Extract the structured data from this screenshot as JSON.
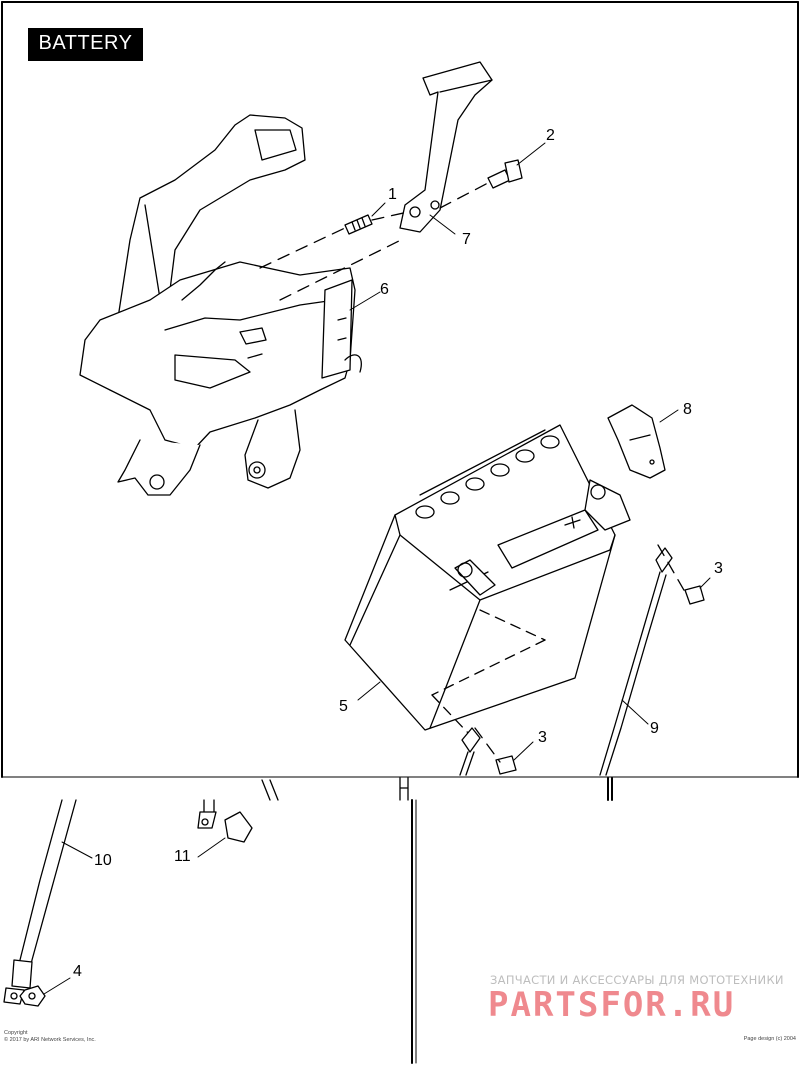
{
  "title": "BATTERY",
  "callouts": [
    {
      "id": "c1",
      "label": "1"
    },
    {
      "id": "c2",
      "label": "2"
    },
    {
      "id": "c3a",
      "label": "3"
    },
    {
      "id": "c3b",
      "label": "3"
    },
    {
      "id": "c4",
      "label": "4"
    },
    {
      "id": "c5",
      "label": "5"
    },
    {
      "id": "c6",
      "label": "6"
    },
    {
      "id": "c7",
      "label": "7"
    },
    {
      "id": "c8",
      "label": "8"
    },
    {
      "id": "c9",
      "label": "9"
    },
    {
      "id": "c10",
      "label": "10"
    },
    {
      "id": "c11",
      "label": "11"
    }
  ],
  "watermark": {
    "caption": "ЗАПЧАСТИ И АКСЕССУАРЫ ДЛЯ МОТОТЕХНИКИ",
    "brand": "PARTSFOR.RU"
  },
  "footer": {
    "copyright_line1": "Copyright",
    "copyright_line2": "© 2017 by ARI Network Services, Inc.",
    "page_design": "Page design (c) 2004"
  },
  "colors": {
    "line": "#000000",
    "title_bg": "#000000",
    "title_text": "#ffffff",
    "watermark_brand": "#e12832",
    "watermark_caption": "#bdbdbd"
  }
}
